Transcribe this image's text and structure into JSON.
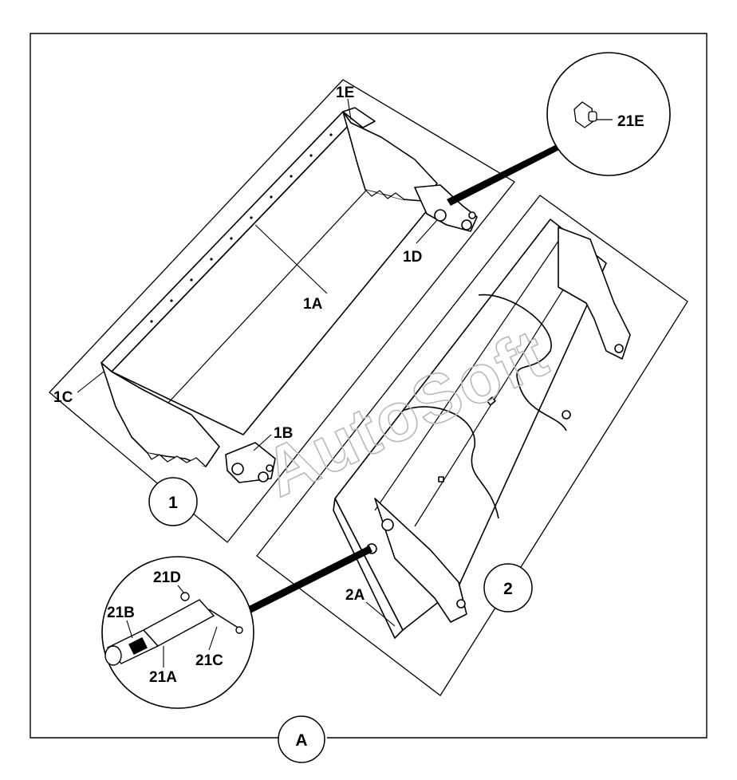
{
  "figure": {
    "labels": {
      "bucket_1": {
        "body": "1A",
        "right_bracket": "1B",
        "left_edge": "1C",
        "pivot_bracket": "1D",
        "top_corner": "1E"
      },
      "grease_fitting": "21E",
      "bucket_2": {
        "pivot_hole": "2A"
      },
      "pin_kit": {
        "pin": "21A",
        "handle": "21B",
        "lynch_pin": "21C",
        "ring": "21D"
      }
    },
    "callouts": {
      "bucket_1": "1",
      "bucket_2": "2",
      "view": "A"
    },
    "watermark": "AutoSoft"
  }
}
